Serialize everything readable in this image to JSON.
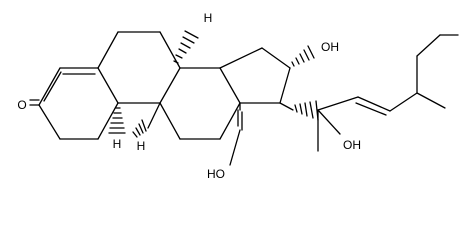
{
  "atom_labels": {
    "ketone_oxygen": "O",
    "hydroxyl_ring_d": "OH",
    "hydroxyl_methyl": "HO",
    "hydroxyl_side_chain": "OH",
    "stereo_h_c9": "H",
    "stereo_h_c8": "H"
  },
  "colors": {
    "ink": "#000000",
    "background": "#ffffff"
  }
}
